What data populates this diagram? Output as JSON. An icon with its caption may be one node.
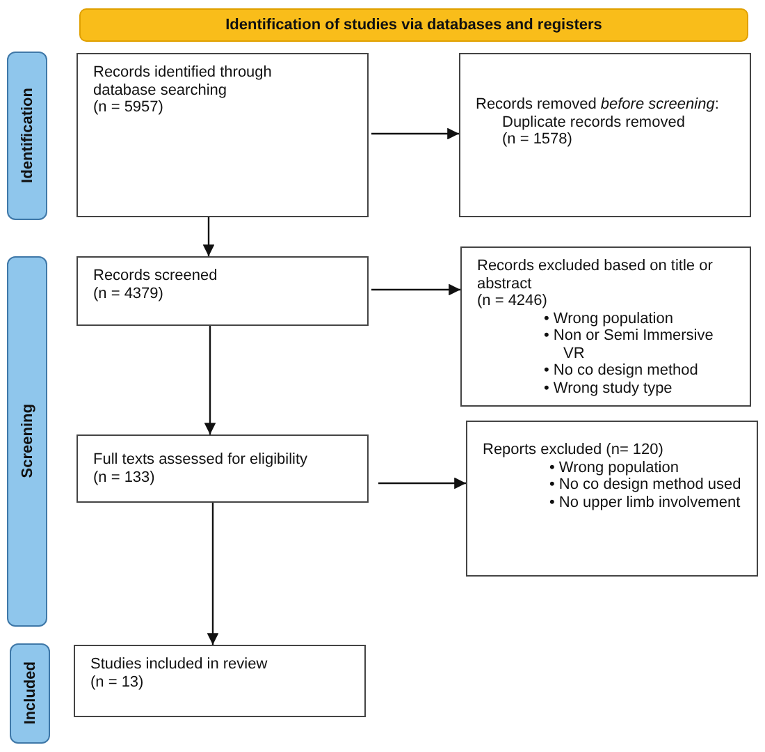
{
  "diagram": {
    "nodes": [
      {
        "text": [
          "Identification of studies via databases and registers"
        ]
      },
      {
        "text": [
          "Identification"
        ]
      },
      {
        "text": [
          "Screening"
        ]
      },
      {
        "text": [
          "Included"
        ]
      },
      {
        "text": [
          "Records identified through database searching",
          "(n = 5957)"
        ]
      },
      {
        "text": [
          "Records removed *before screening*:",
          "Duplicate records removed",
          "(n = 1578)"
        ]
      },
      {
        "text": [
          "Records screened",
          "(n = 4379)"
        ]
      },
      {
        "text": [
          "Records excluded based on title or abstract",
          "(n = 4246)",
          "• Wrong population",
          "• Non or Semi Immersive VR",
          "• No co design method",
          "• Wrong study type"
        ]
      },
      {
        "text": [
          "Full texts assessed for eligibility",
          "(n = 133)"
        ]
      },
      {
        "text": [
          "Reports excluded (n= 120)",
          "• Wrong population",
          "• No co design method used",
          "• No upper limb involvement"
        ]
      },
      {
        "text": [
          "Studies included in review",
          "(n = 13)"
        ]
      }
    ],
    "edges": [
      {
        "from": 4,
        "to": 5,
        "arrow": "to"
      },
      {
        "from": 4,
        "to": 6,
        "arrow": "to"
      },
      {
        "from": 6,
        "to": 7,
        "arrow": "to"
      },
      {
        "from": 6,
        "to": 8,
        "arrow": "to"
      },
      {
        "from": 8,
        "to": 9,
        "arrow": "to"
      },
      {
        "from": 8,
        "to": 10,
        "arrow": "to"
      }
    ]
  }
}
